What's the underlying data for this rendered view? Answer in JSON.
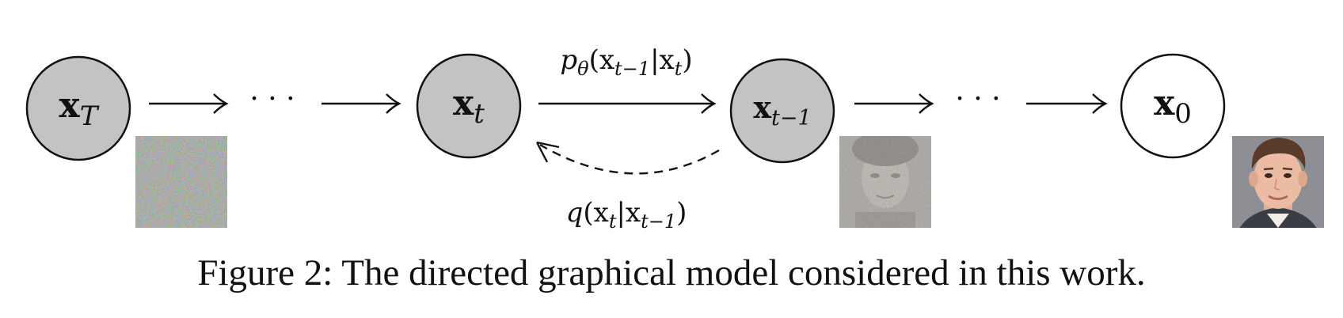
{
  "nodes": [
    {
      "id": "xT",
      "base": "x",
      "sub": "T",
      "shaded": true
    },
    {
      "id": "xt",
      "base": "x",
      "sub": "t",
      "shaded": true
    },
    {
      "id": "xtm1",
      "base": "x",
      "sub": "t−1",
      "shaded": true
    },
    {
      "id": "x0",
      "base": "x",
      "sub": "0",
      "shaded": false
    }
  ],
  "ellipsis": "· · ·",
  "edges": {
    "reverse": {
      "fn": "p",
      "param": "θ",
      "args": "(x",
      "sub1": "t−1",
      "bar": "|x",
      "sub2": "t",
      "close": ")"
    },
    "forward": {
      "fn": "q",
      "args": "(x",
      "sub1": "t",
      "bar": "|x",
      "sub2": "t−1",
      "close": ")"
    }
  },
  "images": [
    {
      "name": "noise-image-xT",
      "description_content": "pure noise"
    },
    {
      "name": "noisy-face-image-xtm1",
      "description_content": "partially denoised face"
    },
    {
      "name": "clean-face-image-x0",
      "description_content": "clean face"
    }
  ],
  "caption": {
    "label": "Figure 2:",
    "text": "The directed graphical model considered in this work."
  }
}
